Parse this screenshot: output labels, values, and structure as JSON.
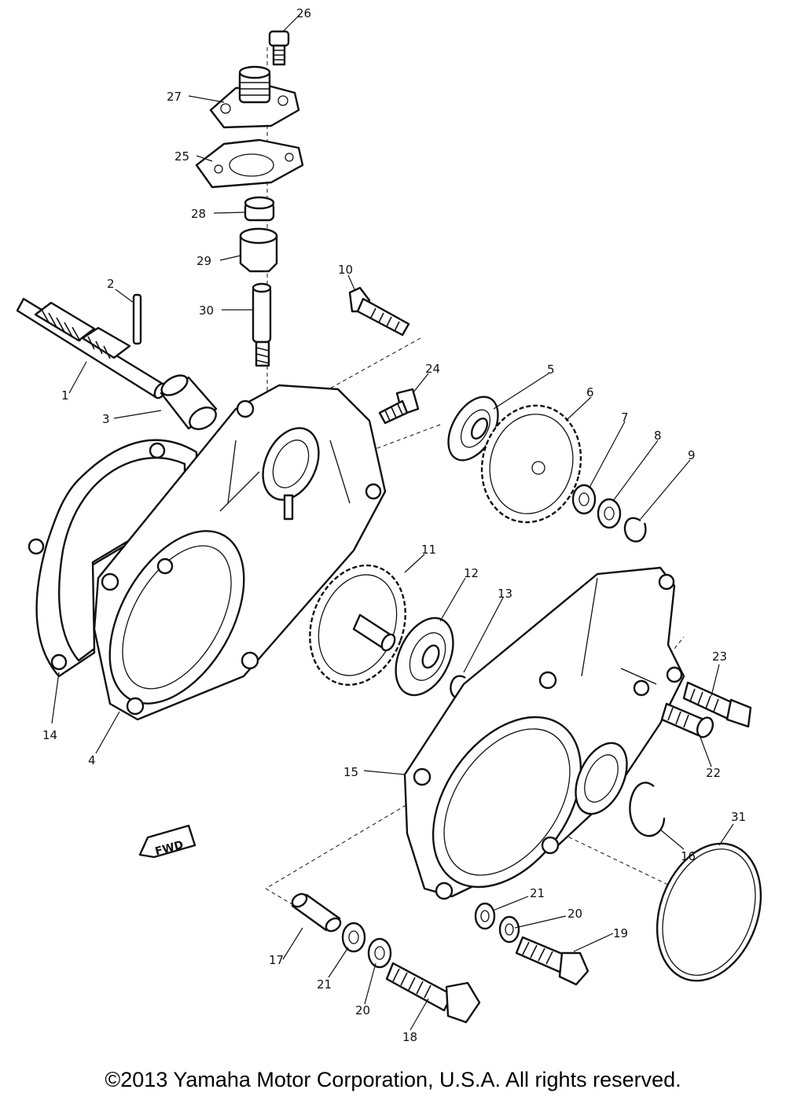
{
  "callouts": {
    "c1": "1",
    "c2": "2",
    "c3": "3",
    "c4": "4",
    "c5": "5",
    "c6": "6",
    "c7": "7",
    "c8": "8",
    "c9": "9",
    "c10": "10",
    "c11": "11",
    "c12": "12",
    "c13": "13",
    "c14": "14",
    "c15": "15",
    "c16": "16",
    "c17": "17",
    "c18": "18",
    "c19": "19",
    "c20a": "20",
    "c20b": "20",
    "c21a": "21",
    "c21b": "21",
    "c22": "22",
    "c23": "23",
    "c24": "24",
    "c25": "25",
    "c26": "26",
    "c27": "27",
    "c28": "28",
    "c29": "29",
    "c30": "30",
    "c31": "31"
  },
  "fwd_label": "FWD",
  "copyright": "©2013 Yamaha Motor Corporation, U.S.A. All rights reserved."
}
